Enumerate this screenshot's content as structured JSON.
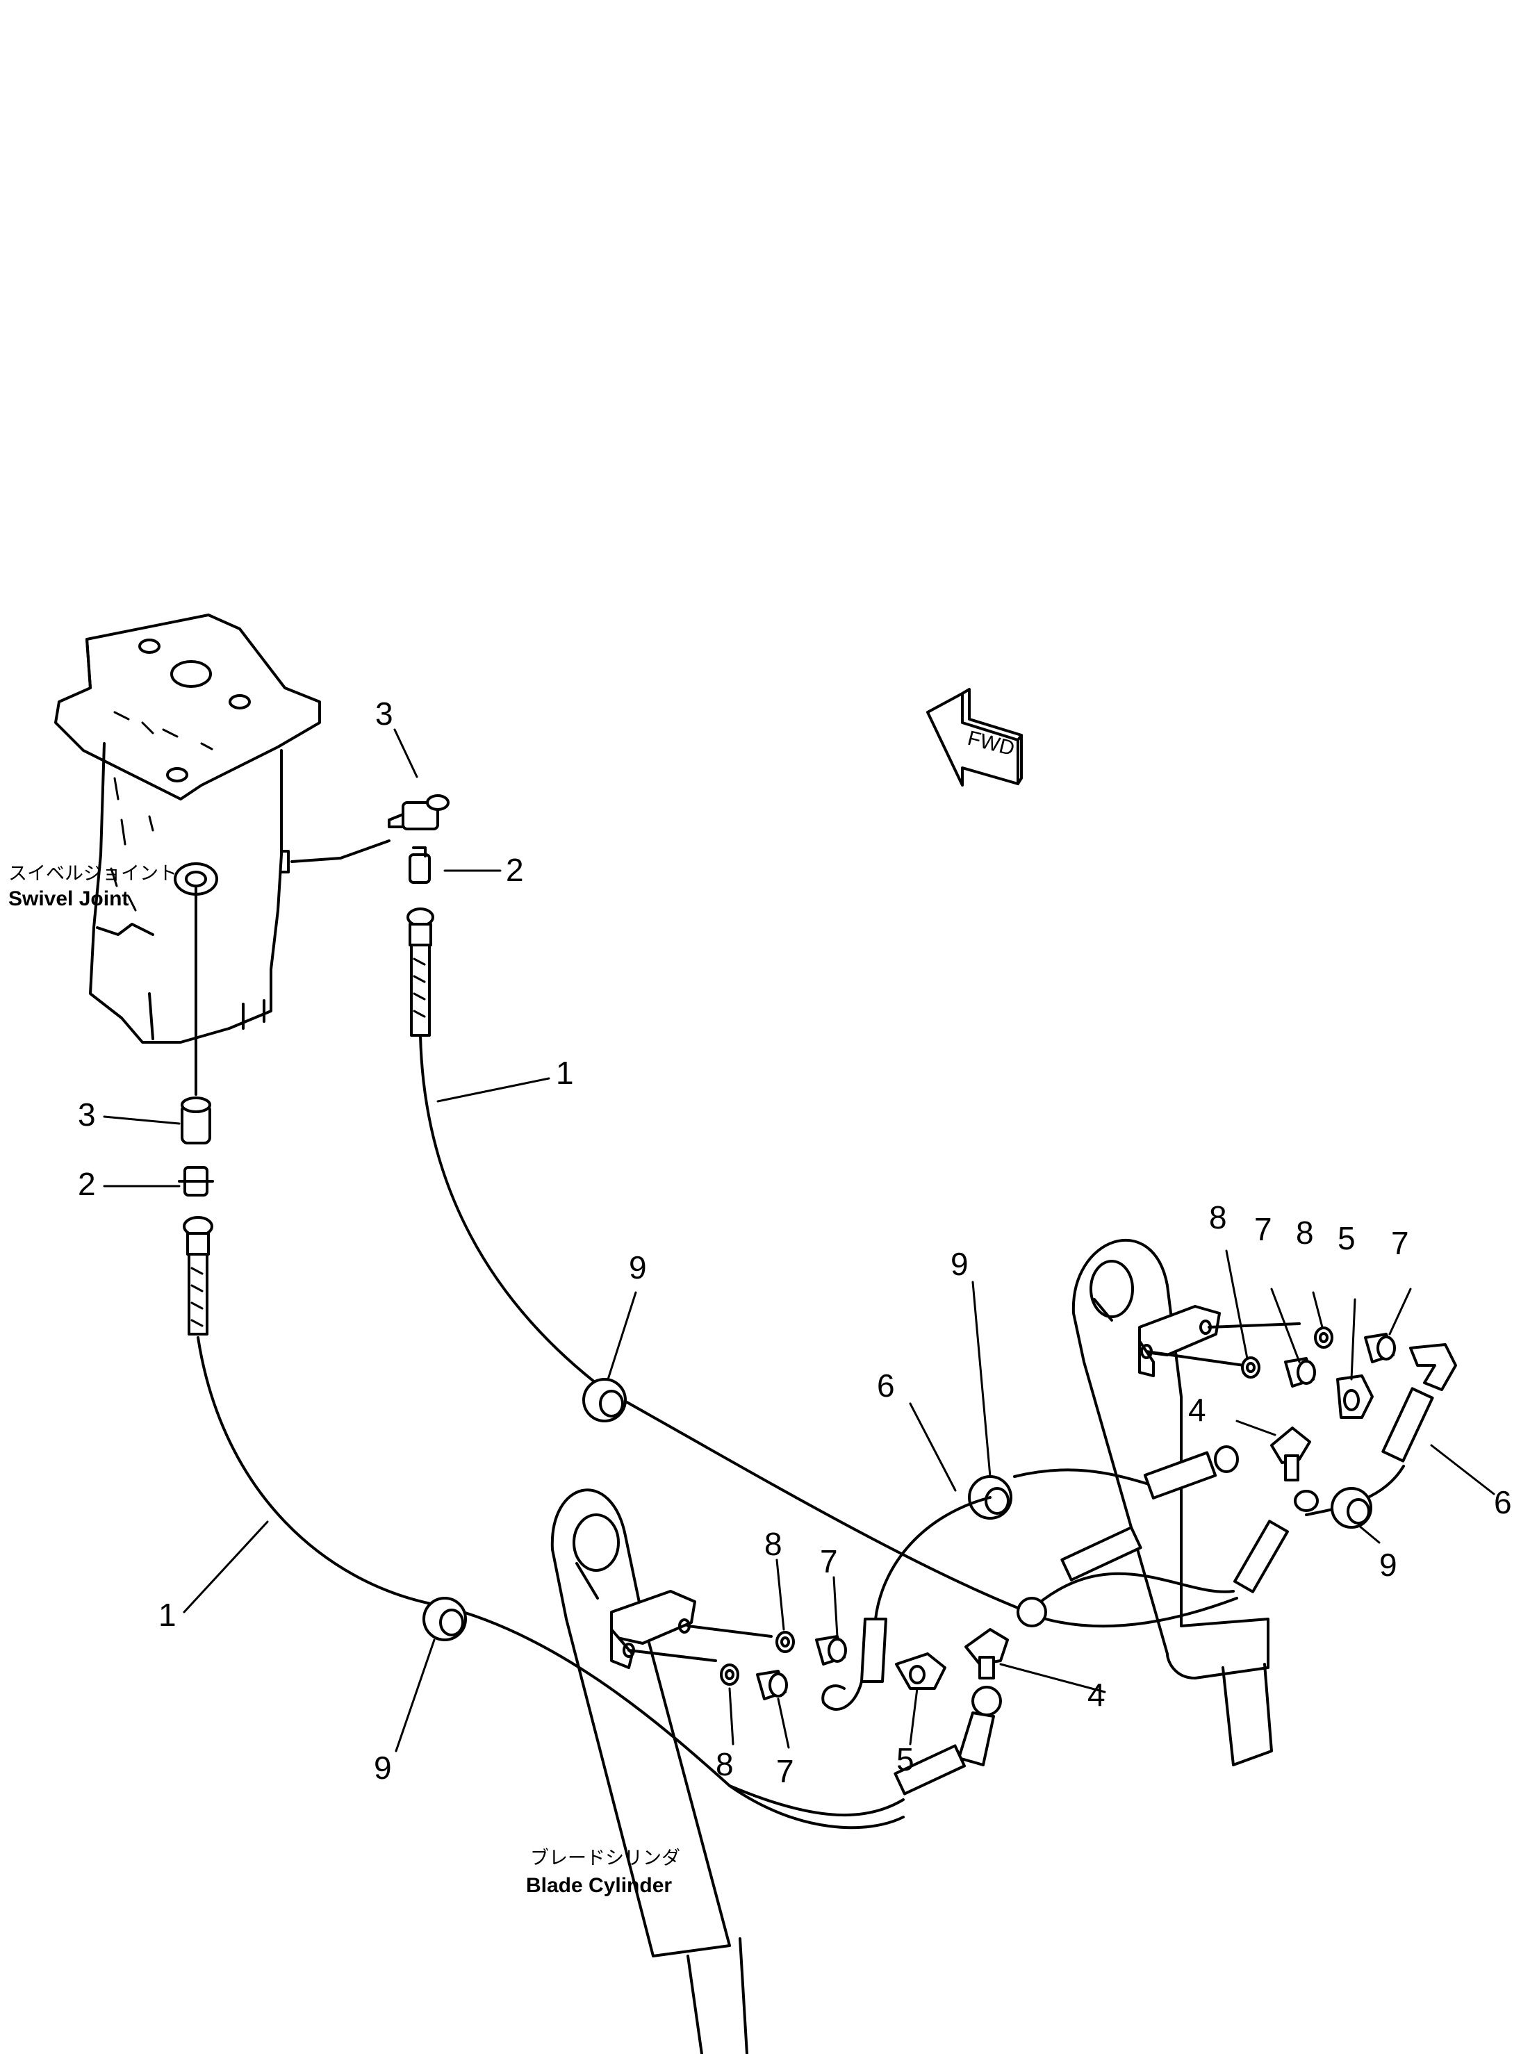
{
  "labels": {
    "swivel_joint_jp": "スイベルジョイント",
    "swivel_joint_en": "Swivel Joint",
    "blade_cylinder_jp": "ブレードシリンダ",
    "blade_cylinder_en": "Blade Cylinder",
    "direction": "FWD"
  },
  "callouts": {
    "n1a": "1",
    "n1b": "1",
    "n2a": "2",
    "n2b": "2",
    "n3a": "3",
    "n3b": "3",
    "n4a": "4",
    "n4b": "4",
    "n5a": "5",
    "n5b": "5",
    "n6a": "6",
    "n6b": "6",
    "n7a": "7",
    "n7b": "7",
    "n7c": "7",
    "n7d": "7",
    "n8a": "8",
    "n8b": "8",
    "n8c": "8",
    "n8d": "8",
    "n9a": "9",
    "n9b": "9",
    "n9c": "9",
    "n9d": "9"
  }
}
